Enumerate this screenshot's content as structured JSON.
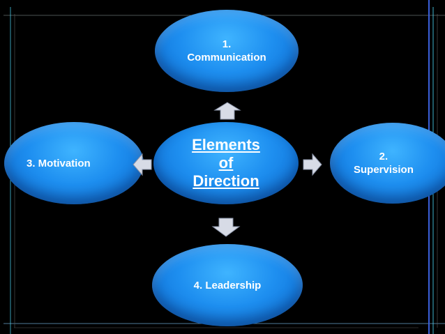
{
  "diagram": {
    "center": {
      "title": "Elements\nof\nDirection"
    },
    "nodes": {
      "top": {
        "label": "1.\nCommunication"
      },
      "right": {
        "label": "2.\nSupervision"
      },
      "left": {
        "label": "3. Motivation"
      },
      "bottom": {
        "label": "4. Leadership"
      }
    },
    "colors": {
      "background": "#000000",
      "node_fill": "#1e8ff0",
      "arrow_fill": "#d7dbe6",
      "frame_cyan": "#4fe0ff",
      "frame_blue": "#3a5fd9"
    }
  }
}
